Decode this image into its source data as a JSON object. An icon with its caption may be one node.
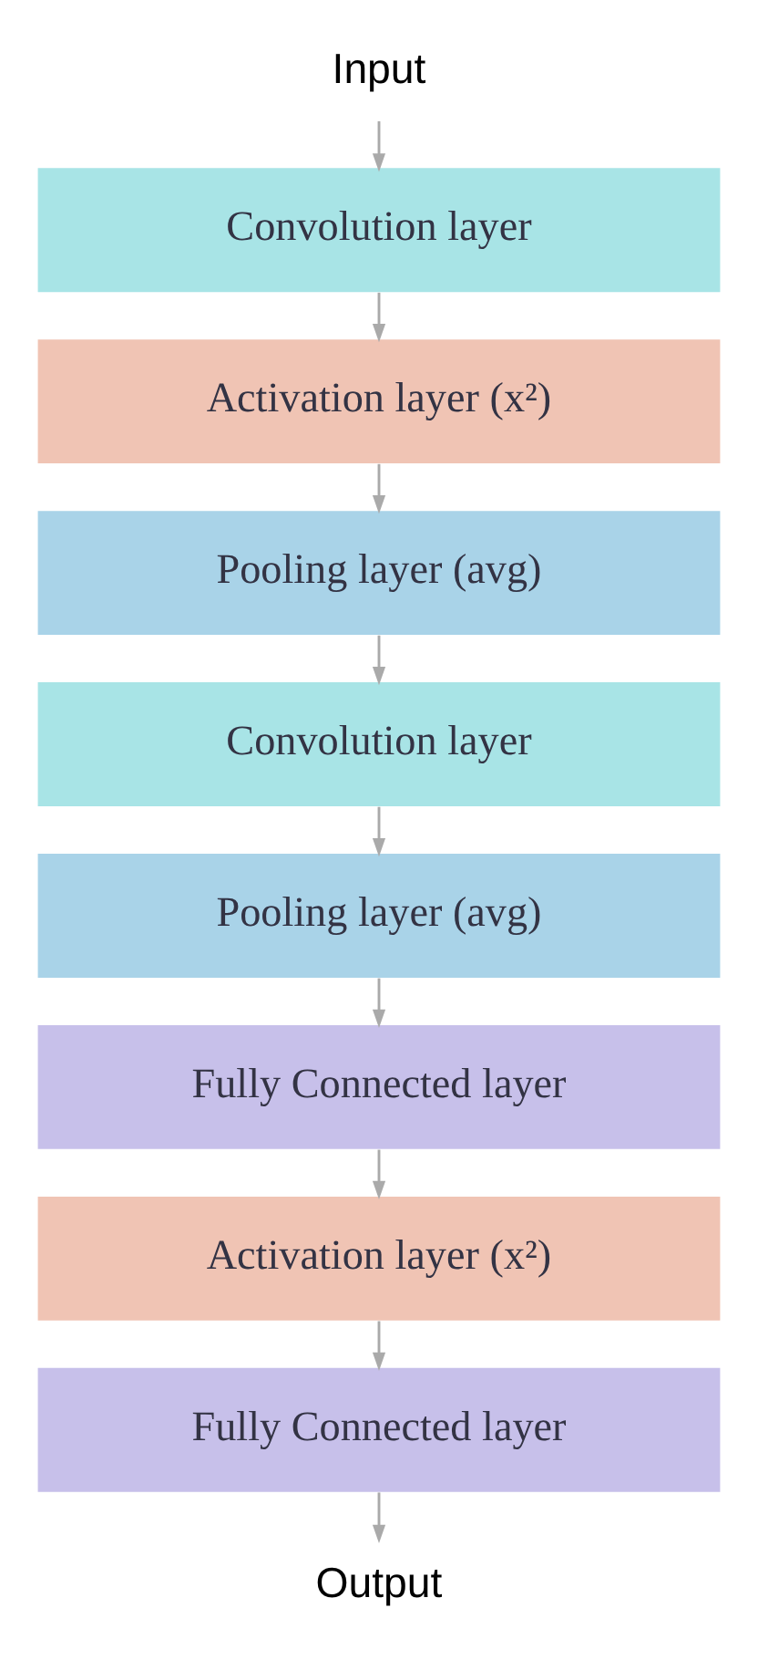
{
  "diagram": {
    "nodes": [
      {
        "text": [
          "Input"
        ]
      },
      {
        "text": [
          "Convolution layer"
        ]
      },
      {
        "text": [
          "Activation layer (x²)"
        ]
      },
      {
        "text": [
          "Pooling layer (avg)"
        ]
      },
      {
        "text": [
          "Convolution layer"
        ]
      },
      {
        "text": [
          "Pooling layer (avg)"
        ]
      },
      {
        "text": [
          "Fully Connected layer"
        ]
      },
      {
        "text": [
          "Activation layer (x²)"
        ]
      },
      {
        "text": [
          "Fully Connected layer"
        ]
      },
      {
        "text": [
          "Output"
        ]
      }
    ],
    "edges": [
      {
        "from": 0,
        "to": 1,
        "arrow": "to"
      },
      {
        "from": 1,
        "to": 2,
        "arrow": "to"
      },
      {
        "from": 2,
        "to": 3,
        "arrow": "to"
      },
      {
        "from": 3,
        "to": 4,
        "arrow": "to"
      },
      {
        "from": 4,
        "to": 5,
        "arrow": "to"
      },
      {
        "from": 5,
        "to": 6,
        "arrow": "to"
      },
      {
        "from": 6,
        "to": 7,
        "arrow": "to"
      },
      {
        "from": 7,
        "to": 8,
        "arrow": "to"
      },
      {
        "from": 8,
        "to": 9,
        "arrow": "to"
      }
    ]
  }
}
